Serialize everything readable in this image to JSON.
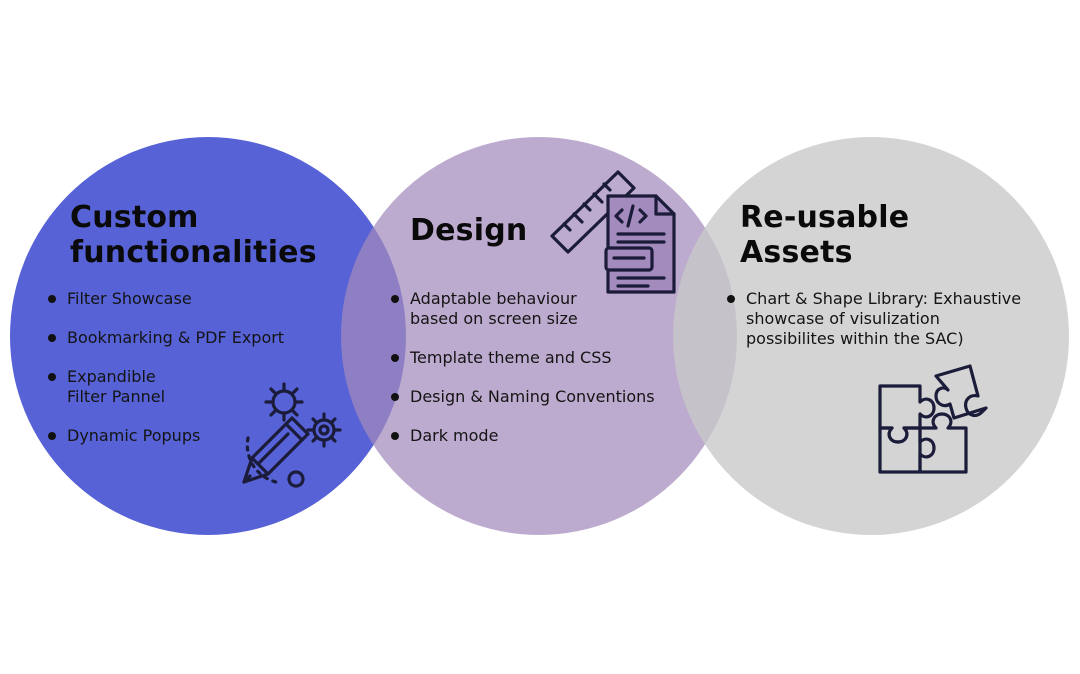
{
  "colors": {
    "circle_custom": "#5662d6",
    "circle_design": "#a48bbd",
    "circle_reusable": "#c8c8c8",
    "icon_stroke": "#1b1b3a"
  },
  "sections": [
    {
      "id": "custom",
      "title_lines": [
        "Custom",
        "functionalities"
      ],
      "bullets": [
        "Filter Showcase",
        "Bookmarking & PDF Export",
        "Expandible\nFilter Pannel",
        "Dynamic Popups"
      ],
      "icon": "pencil-gears-icon"
    },
    {
      "id": "design",
      "title_lines": [
        "Design"
      ],
      "bullets": [
        "Adaptable behaviour\nbased on screen size",
        "Template theme and CSS",
        "Design & Naming Conventions",
        "Dark mode"
      ],
      "icon": "ruler-code-document-icon"
    },
    {
      "id": "reusable",
      "title_lines": [
        "Re-usable",
        "Assets"
      ],
      "bullets": [
        "Chart & Shape Library: Exhaustive\nshowcase of visulization\npossibilites within the SAC)"
      ],
      "icon": "puzzle-icon"
    }
  ]
}
